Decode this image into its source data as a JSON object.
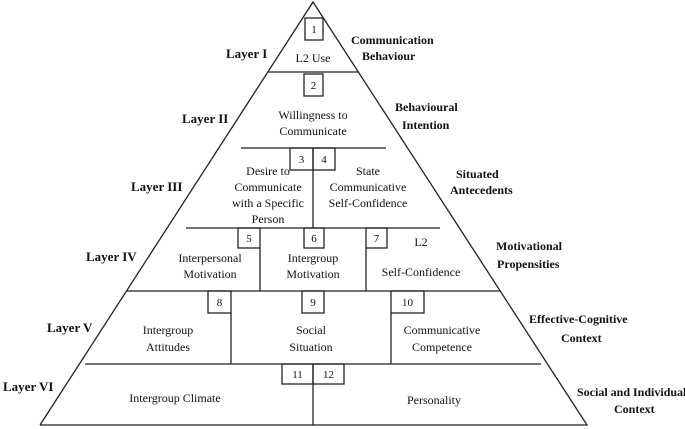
{
  "layers": [
    {
      "label": "Layer I",
      "category": [
        "Communication",
        "Behaviour"
      ]
    },
    {
      "label": "Layer II",
      "category": [
        "Behavioural",
        "Intention"
      ]
    },
    {
      "label": "Layer III",
      "category": [
        "Situated",
        "Antecedents"
      ]
    },
    {
      "label": "Layer IV",
      "category": [
        "Motivational",
        "Propensities"
      ]
    },
    {
      "label": "Layer V",
      "category": [
        "Effective-Cognitive",
        "Context"
      ]
    },
    {
      "label": "Layer VI",
      "category": [
        "Social and Individual",
        "Context"
      ]
    }
  ],
  "boxes": [
    {
      "num": "1",
      "lines": [
        "L2 Use"
      ]
    },
    {
      "num": "2",
      "lines": [
        "Willingness to",
        "Communicate"
      ]
    },
    {
      "num": "3",
      "lines": [
        "Desire to",
        "Communicate",
        "with a Specific",
        "Person"
      ]
    },
    {
      "num": "4",
      "lines": [
        "State",
        "Communicative",
        "Self-Confidence"
      ]
    },
    {
      "num": "5",
      "lines": [
        "Interpersonal",
        "Motivation"
      ]
    },
    {
      "num": "6",
      "lines": [
        "Intergroup",
        "Motivation"
      ]
    },
    {
      "num": "7",
      "lines": [
        "L2",
        "Self-Confidence"
      ]
    },
    {
      "num": "8",
      "lines": [
        "Intergroup",
        "Attitudes"
      ]
    },
    {
      "num": "9",
      "lines": [
        "Social",
        "Situation"
      ]
    },
    {
      "num": "10",
      "lines": [
        "Communicative",
        "Competence"
      ]
    },
    {
      "num": "11",
      "lines": [
        "Intergroup Climate"
      ]
    },
    {
      "num": "12",
      "lines": [
        "Personality"
      ]
    }
  ]
}
